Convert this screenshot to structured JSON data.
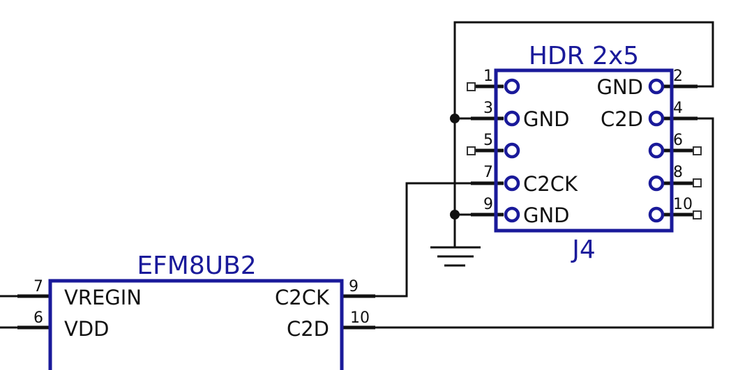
{
  "header": {
    "part_value": "HDR 2x5",
    "designator": "J4",
    "pins": [
      {
        "num": "1",
        "label": ""
      },
      {
        "num": "2",
        "label": "GND"
      },
      {
        "num": "3",
        "label": "GND"
      },
      {
        "num": "4",
        "label": "C2D"
      },
      {
        "num": "5",
        "label": ""
      },
      {
        "num": "6",
        "label": ""
      },
      {
        "num": "7",
        "label": "C2CK"
      },
      {
        "num": "8",
        "label": ""
      },
      {
        "num": "9",
        "label": "GND"
      },
      {
        "num": "10",
        "label": ""
      }
    ]
  },
  "mcu": {
    "part_value": "EFM8UB2",
    "pins": [
      {
        "num": "7",
        "label": "VREGIN"
      },
      {
        "num": "6",
        "label": "VDD"
      },
      {
        "num": "9",
        "label": "C2CK"
      },
      {
        "num": "10",
        "label": "C2D"
      }
    ]
  },
  "colors": {
    "component": "#1a1a9a",
    "wire": "#111111",
    "background": "#ffffff"
  }
}
